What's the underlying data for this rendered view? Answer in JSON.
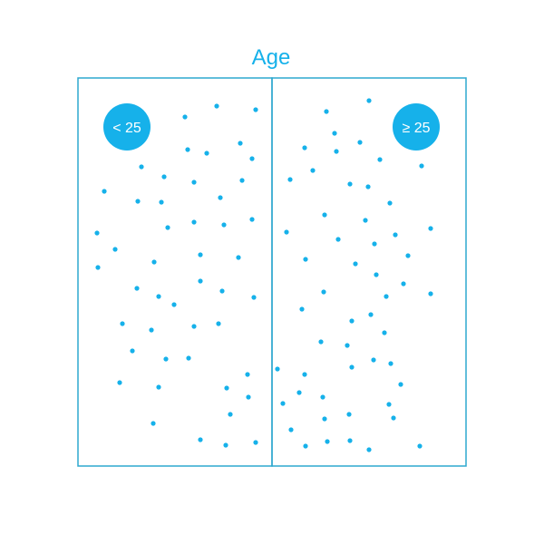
{
  "title": "Age",
  "colors": {
    "accent": "#16b1ea",
    "panel_border": "#2ea8cf"
  },
  "panels": [
    {
      "label": "< 25",
      "dots": [
        [
          204,
          129
        ],
        [
          239,
          117
        ],
        [
          282,
          121
        ],
        [
          207,
          165
        ],
        [
          228,
          169
        ],
        [
          265,
          158
        ],
        [
          278,
          175
        ],
        [
          156,
          184
        ],
        [
          181,
          195
        ],
        [
          214,
          201
        ],
        [
          267,
          199
        ],
        [
          115,
          211
        ],
        [
          152,
          222
        ],
        [
          178,
          223
        ],
        [
          243,
          218
        ],
        [
          185,
          251
        ],
        [
          214,
          245
        ],
        [
          247,
          248
        ],
        [
          278,
          242
        ],
        [
          107,
          257
        ],
        [
          127,
          275
        ],
        [
          108,
          295
        ],
        [
          170,
          289
        ],
        [
          221,
          281
        ],
        [
          263,
          284
        ],
        [
          151,
          318
        ],
        [
          175,
          327
        ],
        [
          192,
          336
        ],
        [
          221,
          310
        ],
        [
          245,
          321
        ],
        [
          280,
          328
        ],
        [
          135,
          357
        ],
        [
          167,
          364
        ],
        [
          214,
          360
        ],
        [
          241,
          357
        ],
        [
          146,
          387
        ],
        [
          183,
          396
        ],
        [
          208,
          395
        ],
        [
          273,
          413
        ],
        [
          132,
          422
        ],
        [
          175,
          427
        ],
        [
          250,
          428
        ],
        [
          274,
          438
        ],
        [
          254,
          457
        ],
        [
          169,
          467
        ],
        [
          221,
          485
        ],
        [
          249,
          491
        ],
        [
          282,
          488
        ]
      ]
    },
    {
      "label": "≥ 25",
      "dots": [
        [
          407,
          111
        ],
        [
          360,
          123
        ],
        [
          369,
          147
        ],
        [
          397,
          157
        ],
        [
          336,
          163
        ],
        [
          371,
          167
        ],
        [
          419,
          176
        ],
        [
          465,
          183
        ],
        [
          345,
          188
        ],
        [
          320,
          198
        ],
        [
          386,
          203
        ],
        [
          406,
          206
        ],
        [
          430,
          224
        ],
        [
          358,
          237
        ],
        [
          403,
          243
        ],
        [
          475,
          252
        ],
        [
          316,
          256
        ],
        [
          373,
          264
        ],
        [
          413,
          269
        ],
        [
          436,
          259
        ],
        [
          337,
          286
        ],
        [
          392,
          291
        ],
        [
          450,
          282
        ],
        [
          415,
          303
        ],
        [
          357,
          322
        ],
        [
          445,
          313
        ],
        [
          426,
          327
        ],
        [
          475,
          324
        ],
        [
          333,
          341
        ],
        [
          409,
          347
        ],
        [
          388,
          354
        ],
        [
          424,
          367
        ],
        [
          354,
          377
        ],
        [
          383,
          381
        ],
        [
          306,
          407
        ],
        [
          336,
          413
        ],
        [
          388,
          405
        ],
        [
          412,
          397
        ],
        [
          431,
          401
        ],
        [
          442,
          424
        ],
        [
          330,
          433
        ],
        [
          356,
          438
        ],
        [
          312,
          445
        ],
        [
          429,
          446
        ],
        [
          385,
          457
        ],
        [
          358,
          462
        ],
        [
          434,
          461
        ],
        [
          321,
          474
        ],
        [
          337,
          492
        ],
        [
          361,
          487
        ],
        [
          386,
          486
        ],
        [
          407,
          496
        ],
        [
          463,
          492
        ]
      ]
    }
  ]
}
